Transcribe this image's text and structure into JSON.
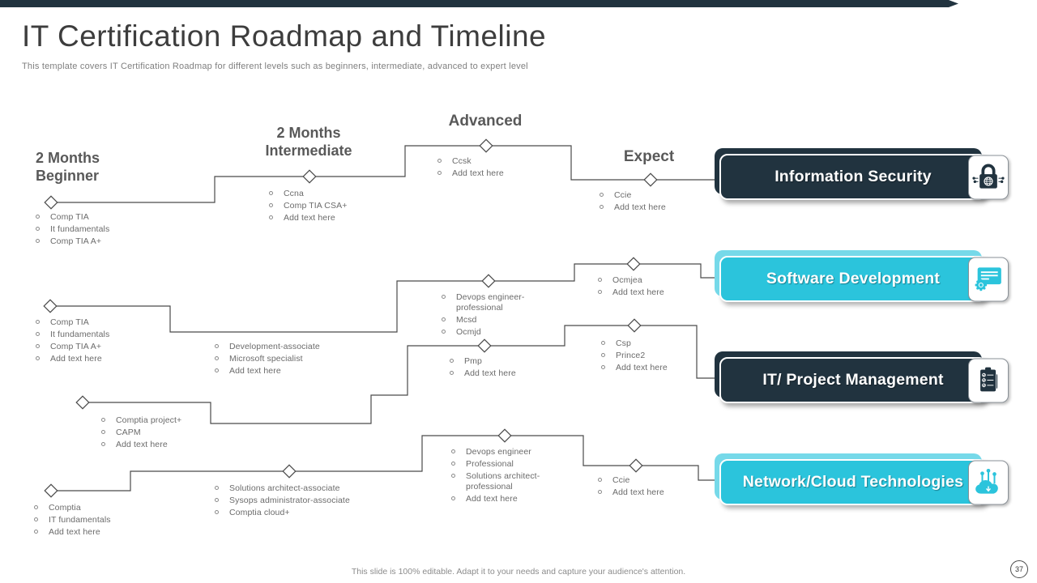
{
  "slide": {
    "title": "IT Certification Roadmap and Timeline",
    "subtitle": "This template covers IT  Certification Roadmap for different levels such as beginners, intermediate, advanced to expert level",
    "footer_note": "This slide is 100% editable.  Adapt it to your needs and capture your audience's attention.",
    "page_number": "37"
  },
  "stages": {
    "beginner": "2 Months Beginner",
    "intermediate": "2 Months Intermediate",
    "advanced": "Advanced",
    "expect": "Expect"
  },
  "categories": [
    {
      "label": "Information Security",
      "style": "dark",
      "icon": "lock-globe-icon"
    },
    {
      "label": "Software Development",
      "style": "cyan",
      "icon": "certificate-icon"
    },
    {
      "label": "IT/ Project Management",
      "style": "dark",
      "icon": "clipboard-checklist-icon"
    },
    {
      "label": "Network/Cloud Technologies",
      "style": "cyan",
      "icon": "cloud-network-icon"
    }
  ],
  "lists": {
    "beginner_security": [
      "Comp TIA",
      "It  fundamentals",
      "Comp TIA  A+"
    ],
    "intermediate_security": [
      "Ccna",
      "Comp TIA  CSA+",
      "Add text here"
    ],
    "advanced_security": [
      "Ccsk",
      "Add text here"
    ],
    "expect_security": [
      "Ccie",
      "Add text here"
    ],
    "beginner_software": [
      "Comp TIA",
      "It  fundamentals",
      "Comp TIA  A+",
      "Add text here"
    ],
    "intermediate_software": [
      "Development-associate",
      "Microsoft specialist",
      "Add text here"
    ],
    "advanced_software": [
      "Devops engineer-professional",
      "Mcsd",
      "Ocmjd"
    ],
    "expect_software": [
      "Ocmjea",
      "Add text here"
    ],
    "beginner_project": [
      "Comptia  project+",
      "CAPM",
      "Add text here"
    ],
    "advanced_project": [
      "Pmp",
      "Add text here"
    ],
    "expect_project": [
      "Csp",
      "Prince2",
      "Add text here"
    ],
    "beginner_network": [
      "Comptia",
      "IT  fundamentals",
      "Add text here"
    ],
    "intermediate_network": [
      "Solutions architect-associate",
      "Sysops administrator-associate",
      "Comptia  cloud+"
    ],
    "advanced_network": [
      "Devops engineer",
      "Professional",
      "Solutions architect-professional",
      "Add text here"
    ],
    "expect_network": [
      "Ccie",
      "Add text here"
    ]
  },
  "colors": {
    "dark_navy": "#21333F",
    "cyan": "#2BC4DC",
    "connector": "#4A4A4A",
    "heading_gray": "#595959",
    "body_gray": "#6B6B6B"
  }
}
